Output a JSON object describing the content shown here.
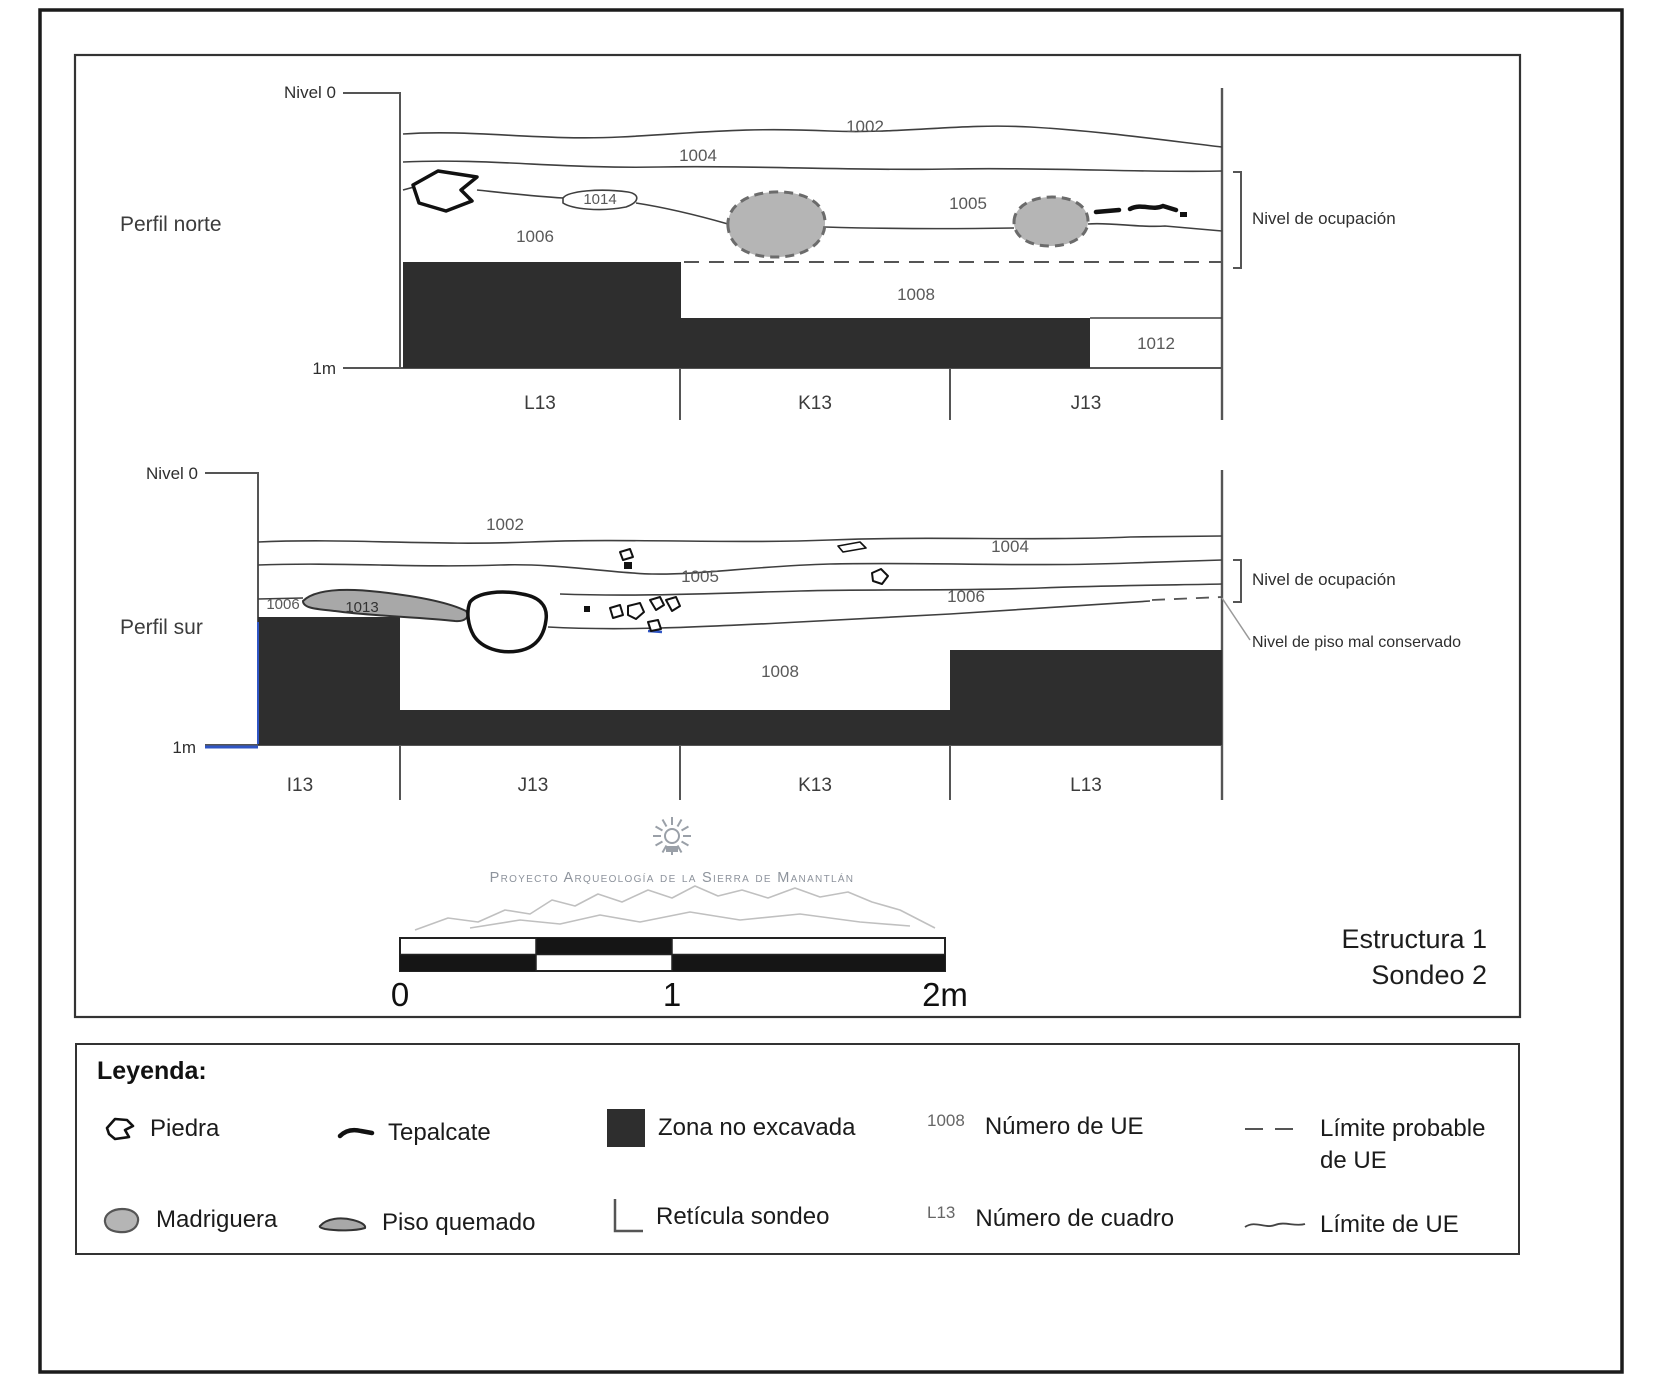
{
  "colors": {
    "dark_fill": "#2e2e2e",
    "madriguera_fill": "#b5b5b5",
    "madriguera_stroke": "#6b6b6b",
    "piso_quemado_fill": "#a8a8a8",
    "stratum_line": "#3f3f3f",
    "axis_line": "#555555",
    "ue_label_gray": "#595959",
    "blue_accent": "#2f55c4",
    "logo_gray": "#8d939c",
    "mountain_gray": "#c0c0c0"
  },
  "north": {
    "title": "Perfil norte",
    "nivel0": "Nivel 0",
    "one_m": "1m",
    "ocupacion": "Nivel de ocupación",
    "ue_1002": "1002",
    "ue_1004": "1004",
    "ue_1014": "1014",
    "ue_1006": "1006",
    "ue_1005": "1005",
    "ue_1008": "1008",
    "ue_1012": "1012",
    "grid_l13": "L13",
    "grid_k13": "K13",
    "grid_j13": "J13"
  },
  "south": {
    "title": "Perfil sur",
    "nivel0": "Nivel 0",
    "one_m": "1m",
    "ocupacion": "Nivel de ocupación",
    "piso_note": "Nivel de piso mal conservado",
    "ue_1002": "1002",
    "ue_1004": "1004",
    "ue_1005": "1005",
    "ue_1006_left": "1006",
    "ue_1013": "1013",
    "ue_1006_right": "1006",
    "ue_1008": "1008",
    "grid_i13": "I13",
    "grid_j13": "J13",
    "grid_k13": "K13",
    "grid_l13": "L13"
  },
  "footer": {
    "project_title": "Proyecto Arqueología de la Sierra de Manantlán",
    "scale_0": "0",
    "scale_1": "1",
    "scale_2": "2m",
    "caption_line1": "Estructura 1",
    "caption_line2": "Sondeo 2"
  },
  "legend": {
    "title": "Leyenda:",
    "piedra": "Piedra",
    "tepalcate": "Tepalcate",
    "zona_no_excavada": "Zona no excavada",
    "ue_sample": "1008",
    "numero_de_ue": "Número de UE",
    "limite_probable_line1": "Límite probable",
    "limite_probable_line2": "de UE",
    "madriguera": "Madriguera",
    "piso_quemado": "Piso quemado",
    "reticula_sondeo": "Retícula sondeo",
    "cuadro_sample": "L13",
    "numero_de_cuadro": "Número de cuadro",
    "limite_de_ue": "Límite de UE"
  }
}
